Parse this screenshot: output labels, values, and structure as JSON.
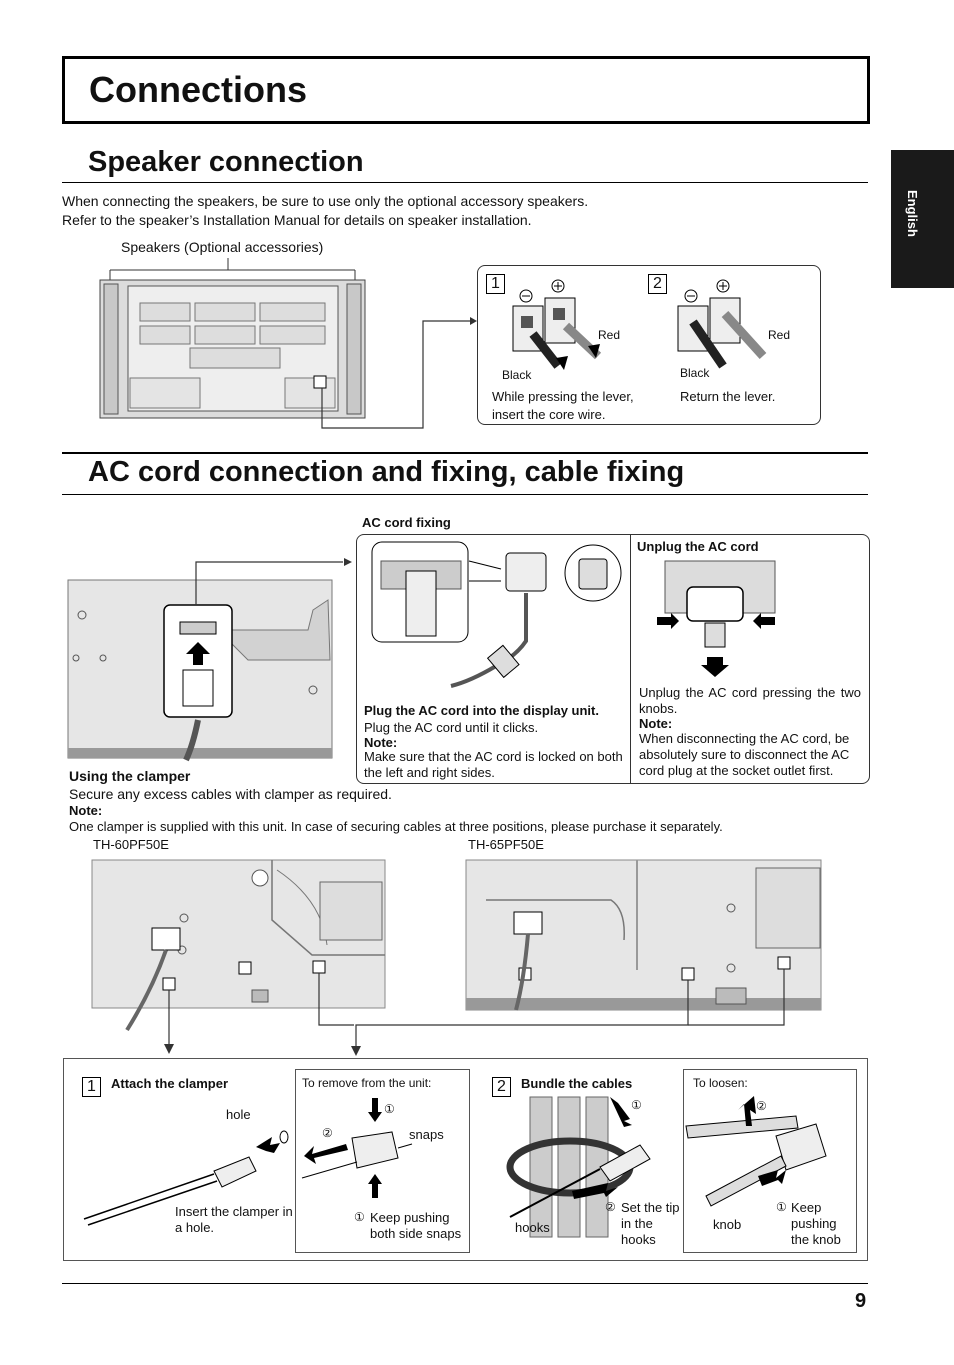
{
  "page": {
    "title": "Connections",
    "number": "9",
    "language_tab": "English"
  },
  "speaker": {
    "heading": "Speaker connection",
    "intro_1": "When connecting the speakers, be sure to use only the optional accessory speakers.",
    "intro_2": "Refer to the speaker’s Installation Manual for details on speaker installation.",
    "callout": "Speakers (Optional accessories)",
    "step1": {
      "num": "1",
      "red": "Red",
      "black": "Black",
      "caption_1": "While pressing the lever,",
      "caption_2": "insert the core wire."
    },
    "step2": {
      "num": "2",
      "red": "Red",
      "black": "Black",
      "caption": "Return the lever."
    }
  },
  "ac": {
    "heading": "AC cord connection and fixing, cable fixing",
    "fixing_label": "AC cord fixing",
    "plug_title": "Plug the AC cord into the display unit.",
    "plug_text": "Plug the AC cord until it clicks.",
    "plug_note_label": "Note:",
    "plug_note": "Make sure that the AC cord is locked on both the left and right sides.",
    "unplug_title": "Unplug the AC cord",
    "unplug_text": "Unplug the AC cord pressing the two knobs.",
    "unplug_note_label": "Note:",
    "unplug_note": "When disconnecting the AC cord, be absolutely sure to disconnect the AC cord plug at the socket outlet first."
  },
  "clamper": {
    "heading": "Using the clamper",
    "text": "Secure any excess cables with clamper as required.",
    "note_label": "Note:",
    "note": "One clamper is supplied with this unit. In case of securing cables at three positions, please purchase it separately.",
    "model_left": "TH-60PF50E",
    "model_right": "TH-65PF50E"
  },
  "steps": {
    "attach": {
      "num": "1",
      "title": "Attach the clamper",
      "hole": "hole",
      "insert": "Insert the clamper in a hole."
    },
    "remove": {
      "title": "To remove from the unit:",
      "snaps": "snaps",
      "marker_1": "①",
      "marker_2": "②",
      "keep": "Keep pushing both side snaps"
    },
    "bundle": {
      "num": "2",
      "title": "Bundle the cables",
      "marker_1": "①",
      "marker_2": "②",
      "set_tip": "Set the tip in the hooks",
      "hooks": "hooks"
    },
    "loosen": {
      "title": "To loosen:",
      "marker_1": "①",
      "marker_2": "②",
      "knob": "knob",
      "keep": "Keep pushing the knob"
    }
  }
}
